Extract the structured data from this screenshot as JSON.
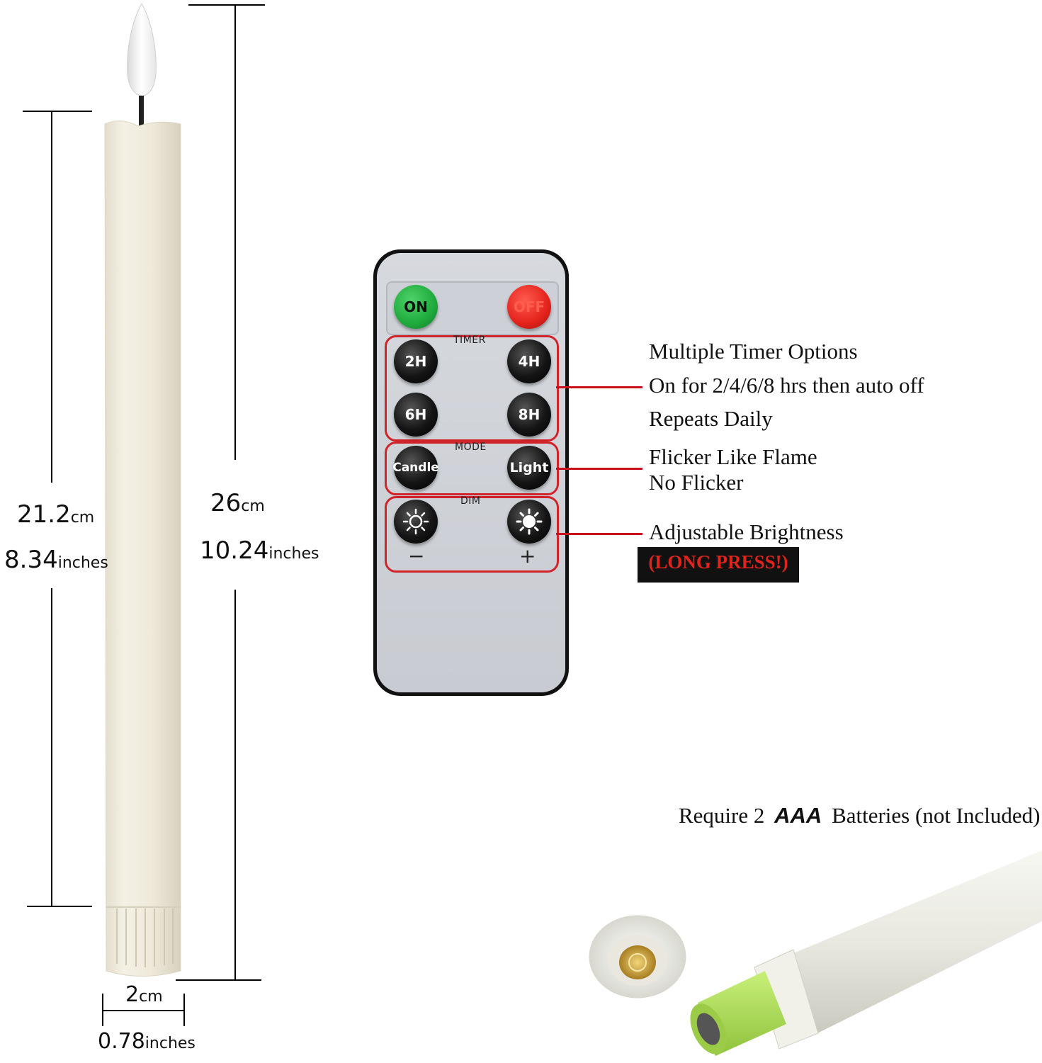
{
  "dimensions": {
    "height_body": {
      "value": "21.2",
      "unit": "cm",
      "value_in": "8.34",
      "unit_in": "inches"
    },
    "height_total": {
      "value": "26",
      "unit": "cm",
      "value_in": "10.24",
      "unit_in": "inches"
    },
    "width": {
      "value": "2",
      "unit": "cm",
      "value_in": "0.78",
      "unit_in": "inches"
    }
  },
  "remote": {
    "on_label": "ON",
    "off_label": "OFF",
    "timer_label": "TIMER",
    "timer_buttons": [
      "2H",
      "4H",
      "6H",
      "8H"
    ],
    "mode_label": "MODE",
    "mode_buttons": [
      "Candle",
      "Light"
    ],
    "dim_label": "DIM",
    "dim_minus": "−",
    "dim_plus": "+"
  },
  "features": {
    "timer_lines": [
      "Multiple Timer Options",
      "On for 2/4/6/8 hrs then auto off",
      "Repeats Daily"
    ],
    "mode_lines": [
      "Flicker Like Flame",
      "No Flicker"
    ],
    "dim_line": "Adjustable Brightness",
    "dim_note": "(LONG PRESS!)"
  },
  "battery": {
    "prefix": "Require 2",
    "type": "AAA",
    "suffix": "Batteries (not Included)"
  },
  "colors": {
    "on_green": "#1faa3c",
    "off_red": "#e3231c",
    "callout_red": "#c8111a",
    "candle_ivory": "#efeadb",
    "remote_gray": "#cfd2d8"
  }
}
